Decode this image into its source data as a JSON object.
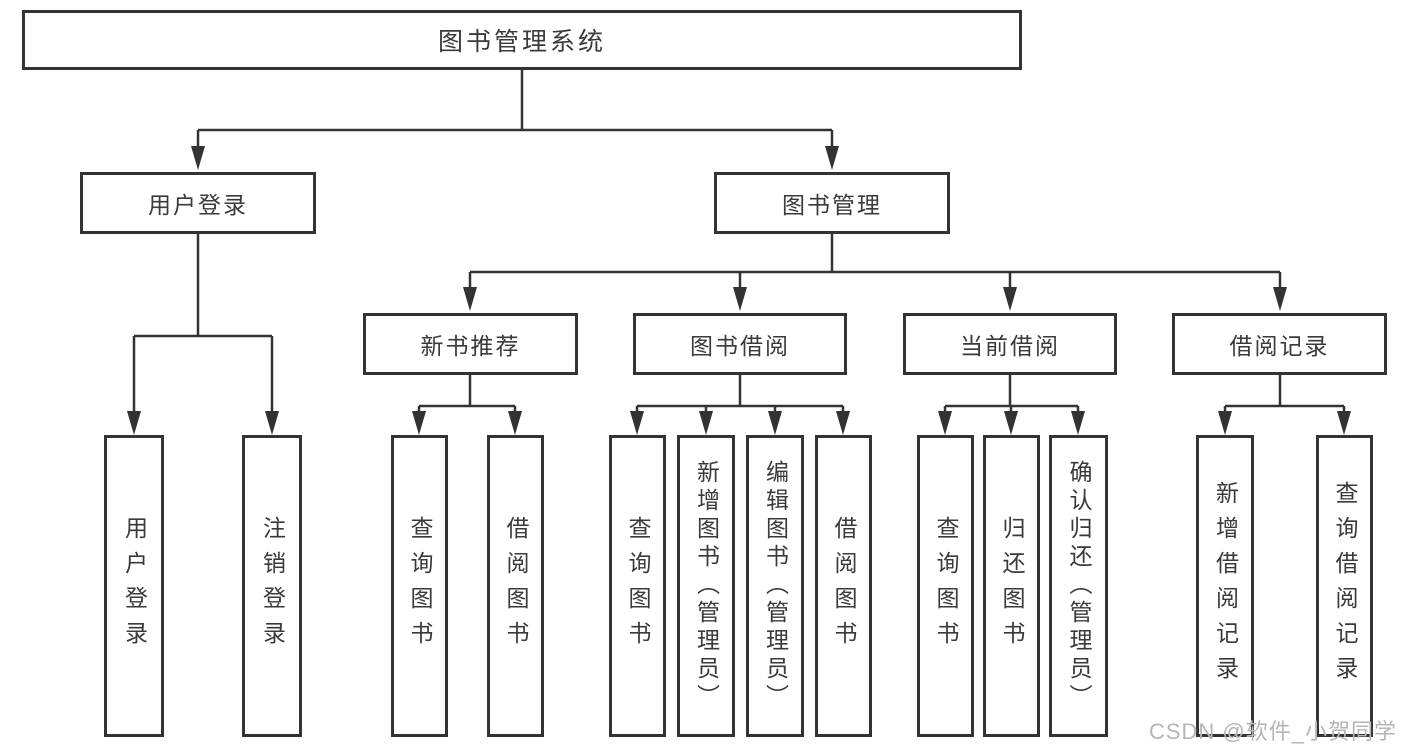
{
  "tree": {
    "label": "图书管理系统",
    "children": [
      {
        "label": "用户登录",
        "children": [
          {
            "label": "用户登录"
          },
          {
            "label": "注销登录"
          }
        ]
      },
      {
        "label": "图书管理",
        "children": [
          {
            "label": "新书推荐",
            "children": [
              {
                "label": "查询图书"
              },
              {
                "label": "借阅图书"
              }
            ]
          },
          {
            "label": "图书借阅",
            "children": [
              {
                "label": "查询图书"
              },
              {
                "label": "新增图书（管理员）"
              },
              {
                "label": "编辑图书（管理员）"
              },
              {
                "label": "借阅图书"
              }
            ]
          },
          {
            "label": "当前借阅",
            "children": [
              {
                "label": "查询图书"
              },
              {
                "label": "归还图书"
              },
              {
                "label": "确认归还（管理员）"
              }
            ]
          },
          {
            "label": "借阅记录",
            "children": [
              {
                "label": "新增借阅记录"
              },
              {
                "label": "查询借阅记录"
              }
            ]
          }
        ]
      }
    ]
  },
  "watermark": {
    "text": "CSDN @软件_小贺同学"
  },
  "colors": {
    "line": "#333333",
    "box_border": "#333333",
    "box_background": "#ffffff",
    "text": "#3a3a3a",
    "watermark": "#b5b5b5",
    "background": "#ffffff"
  }
}
